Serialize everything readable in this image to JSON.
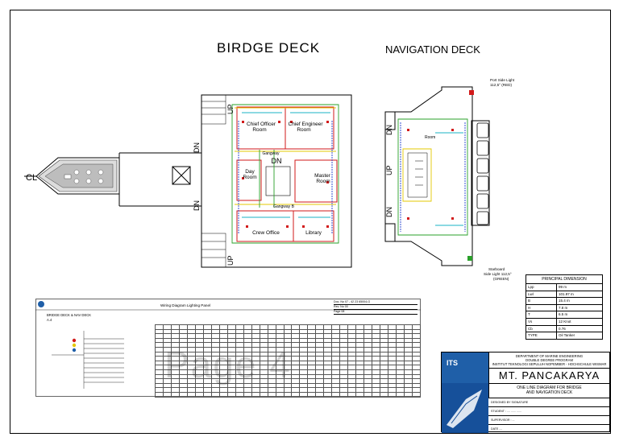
{
  "titles": {
    "bridge_deck": "BIRDGE  DECK",
    "navigation_deck": "NAVIGATION DECK"
  },
  "bridge_plan": {
    "rooms": [
      "Chief Officer Room",
      "Chief Engineer Room",
      "Day Room",
      "Master Room",
      "Crew Office",
      "Library"
    ],
    "labels": {
      "gangway_top": "Gangway",
      "gangway_b": "Gangway B",
      "dn_center": "DN",
      "up": "UP",
      "dn": "DN"
    }
  },
  "nav_plan": {
    "room": "Room",
    "port_light": [
      "Port Side Light",
      "112,5° (RED)"
    ],
    "starboard_light": [
      "Starboard",
      "Side Light 112,5°",
      "(GREEN)"
    ]
  },
  "principal_dimension": {
    "title": "PRINCIPAL DIMENSION",
    "rows": [
      {
        "k": "Lpp",
        "v": "99 m"
      },
      {
        "k": "Lwl",
        "v": "101.97 m"
      },
      {
        "k": "B",
        "v": "15.4 m"
      },
      {
        "k": "H",
        "v": "7.8 m"
      },
      {
        "k": "T",
        "v": "6.5 m"
      },
      {
        "k": "Vs",
        "v": "12 Knot"
      },
      {
        "k": "Cb",
        "v": "0.76"
      },
      {
        "k": "TYPE",
        "v": "Oil Tanker"
      }
    ]
  },
  "wiring": {
    "title": "Wiring Diagram Lighting Panel",
    "section": "BRIDGE DECK & NAV DECK",
    "sub": "A.4",
    "doc": [
      "Doc. No   07 - 42 23 65004-G",
      "Rev. No   00",
      "Page      08"
    ],
    "watermark": "Page 4"
  },
  "title_block": {
    "dept": [
      "DEPARTMENT OF MARINE ENGINEERING",
      "DOUBLE DEGREE PROGRAM",
      "INSTITUT TEKNOLOGI SEPULUH NOPEMBER - HOCHSCHULE WISMAR"
    ],
    "ship": "MT. PANCAKARYA",
    "drawing": [
      "ONE LINE DIAGRAM FOR BRIDGE",
      "AND NAVIGATION DECK"
    ],
    "logo": "ITS",
    "row1": "DESIGNED BY                                        SIGNATURE",
    "row2": "STUDENT :  ....                              ......          ......",
    "row3": "SUPERVISOR : ...",
    "row4": "DATE  ...."
  },
  "colors": {
    "room_red": "#d21a1a",
    "wire_green": "#2aa02a",
    "wire_yellow": "#e3c800",
    "wire_cyan": "#19b3c6",
    "wire_blue": "#2040d0",
    "logo_blue": "#1f5fa8"
  }
}
